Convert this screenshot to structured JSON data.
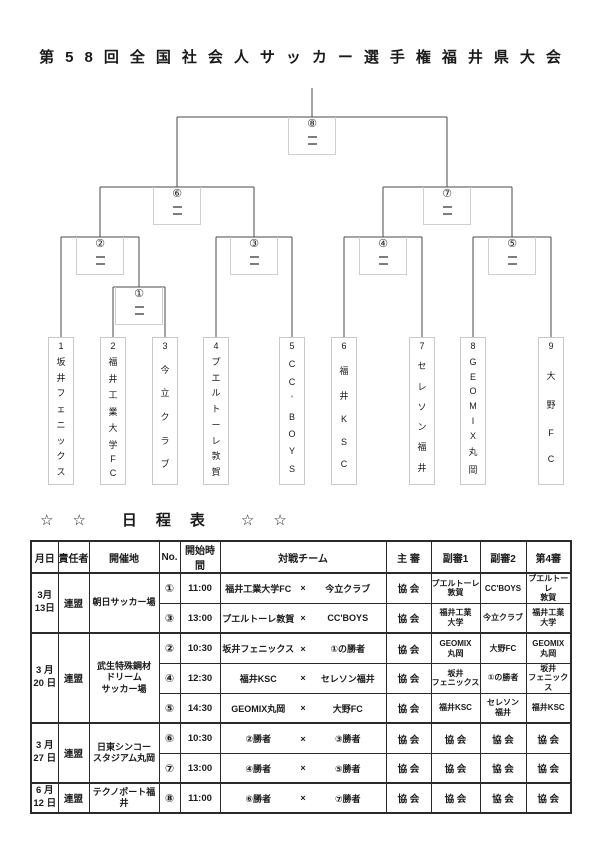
{
  "title": "第58回全国社会人サッカー選手権福井県大会",
  "bracket": {
    "match_labels": [
      "①",
      "②",
      "③",
      "④",
      "⑤",
      "⑥",
      "⑦",
      "⑧"
    ],
    "teams": [
      {
        "seed": "1",
        "name": "坂井フェニックス"
      },
      {
        "seed": "2",
        "name": "福井工業大学FC"
      },
      {
        "seed": "3",
        "name": "今立クラブ"
      },
      {
        "seed": "4",
        "name": "プエルトーレ敦賀"
      },
      {
        "seed": "5",
        "name": "CC'BOYS"
      },
      {
        "seed": "6",
        "name": "福井KSC"
      },
      {
        "seed": "7",
        "name": "セレソン福井"
      },
      {
        "seed": "8",
        "name": "GEOMIX丸岡"
      },
      {
        "seed": "9",
        "name": "大野FC"
      }
    ]
  },
  "schedule": {
    "heading": "☆　☆　　日　程　表　　☆　☆",
    "columns": [
      "月日",
      "責任者",
      "開催地",
      "No.",
      "開始時間",
      "対戦チーム",
      "主 審",
      "副審1",
      "副審2",
      "第4審"
    ],
    "vs_mark": "×",
    "groups": [
      {
        "date": "3月\n13日",
        "manager": "連盟",
        "venue": "朝日サッカー場",
        "rows": [
          {
            "no": "①",
            "time": "11:00",
            "home": "福井工業大学FC",
            "away": "今立クラブ",
            "referee": "協 会",
            "ar1": "プエルトーレ\n敦賀",
            "ar2": "CC'BOYS",
            "fourth": "プエルトーレ\n敦賀"
          },
          {
            "no": "③",
            "time": "13:00",
            "home": "プエルトーレ敦賀",
            "away": "CC'BOYS",
            "referee": "協 会",
            "ar1": "福井工業\n大学",
            "ar2": "今立クラブ",
            "fourth": "福井工業\n大学"
          }
        ]
      },
      {
        "date": "3 月\n20 日",
        "manager": "連盟",
        "venue": "武生特殊鋼材\nドリーム\nサッカー場",
        "rows": [
          {
            "no": "②",
            "time": "10:30",
            "home": "坂井フェニックス",
            "away": "①の勝者",
            "referee": "協 会",
            "ar1": "GEOMIX\n丸岡",
            "ar2": "大野FC",
            "fourth": "GEOMIX\n丸岡"
          },
          {
            "no": "④",
            "time": "12:30",
            "home": "福井KSC",
            "away": "セレソン福井",
            "referee": "協 会",
            "ar1": "坂井\nフェニックス",
            "ar2": "①の勝者",
            "fourth": "坂井\nフェニックス"
          },
          {
            "no": "⑤",
            "time": "14:30",
            "home": "GEOMIX丸岡",
            "away": "大野FC",
            "referee": "協 会",
            "ar1": "福井KSC",
            "ar2": "セレソン\n福井",
            "fourth": "福井KSC"
          }
        ]
      },
      {
        "date": "3 月\n27 日",
        "manager": "連盟",
        "venue": "日東シンコー\nスタジアム丸岡",
        "rows": [
          {
            "no": "⑥",
            "time": "10:30",
            "home": "②勝者",
            "away": "③勝者",
            "referee": "協 会",
            "ar1": "協 会",
            "ar2": "協 会",
            "fourth": "協 会"
          },
          {
            "no": "⑦",
            "time": "13:00",
            "home": "④勝者",
            "away": "⑤勝者",
            "referee": "協 会",
            "ar1": "協 会",
            "ar2": "協 会",
            "fourth": "協 会"
          }
        ]
      },
      {
        "date": "6 月\n12 日",
        "manager": "連盟",
        "venue": "テクノポート福井",
        "rows": [
          {
            "no": "⑧",
            "time": "11:00",
            "home": "⑥勝者",
            "away": "⑦勝者",
            "referee": "協 会",
            "ar1": "協 会",
            "ar2": "協 会",
            "fourth": "協 会"
          }
        ]
      }
    ]
  }
}
